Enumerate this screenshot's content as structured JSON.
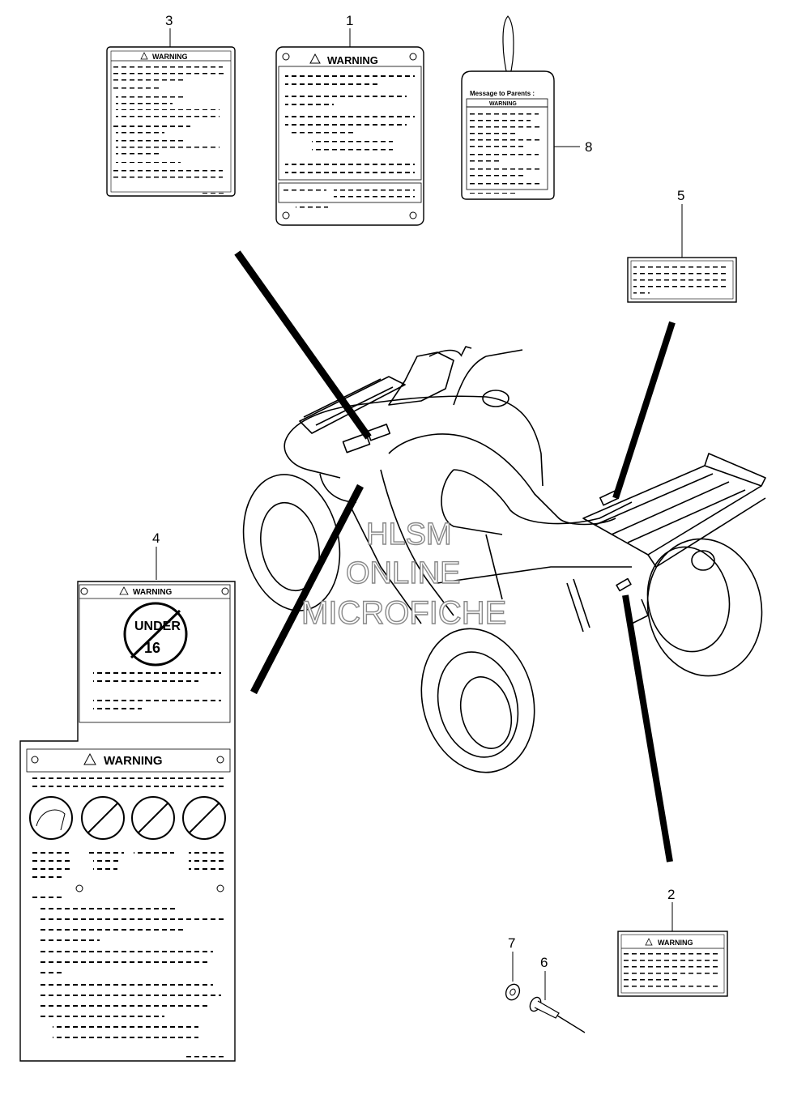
{
  "watermark": {
    "line1": "HLSM",
    "line2": "ONLINE",
    "line3": "MICROFICHE"
  },
  "callouts": [
    {
      "id": "1",
      "label": "1"
    },
    {
      "id": "2",
      "label": "2"
    },
    {
      "id": "3",
      "label": "3"
    },
    {
      "id": "4",
      "label": "4"
    },
    {
      "id": "5",
      "label": "5"
    },
    {
      "id": "6",
      "label": "6"
    },
    {
      "id": "7",
      "label": "7"
    },
    {
      "id": "8",
      "label": "8"
    }
  ],
  "labels": {
    "label1_warning": "WARNING",
    "label2_warning": "WARNING",
    "label3_warning": "WARNING",
    "label4_warning_top": "WARNING",
    "label4_under": "UNDER",
    "label4_age": "16",
    "label4_warning_bottom": "WARNING",
    "label8_title": "Message to Parents :",
    "label8_warning": "WARNING"
  }
}
